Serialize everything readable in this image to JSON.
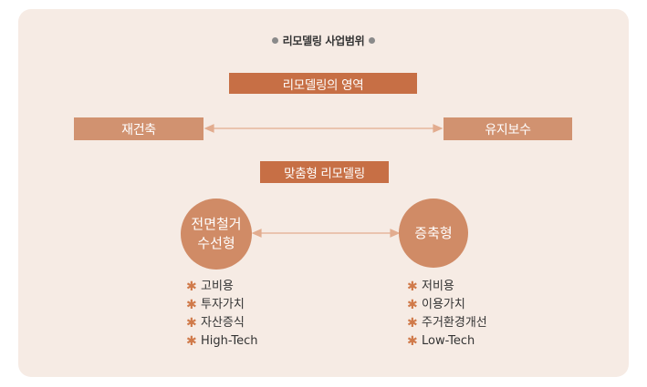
{
  "title": "리모델링 사업범위",
  "domain_bar": "리모델링의 영역",
  "left_box": "재건축",
  "right_box": "유지보수",
  "custom_bar": "맞춤형 리모델링",
  "circle_left": [
    "전면철거",
    "수선형"
  ],
  "circle_right": "증축형",
  "left_list": [
    "고비용",
    "투자가치",
    "자산증식",
    "High-Tech"
  ],
  "right_list": [
    "저비용",
    "이용가치",
    "주거환경개선",
    "Low-Tech"
  ],
  "bullet_symbol": "✱",
  "colors": {
    "panel": "#f6ebe4",
    "bar_dark": "#c76f45",
    "bar_light": "#d19270",
    "circle": "#d08b66",
    "arrow": "#e2ac8f"
  }
}
